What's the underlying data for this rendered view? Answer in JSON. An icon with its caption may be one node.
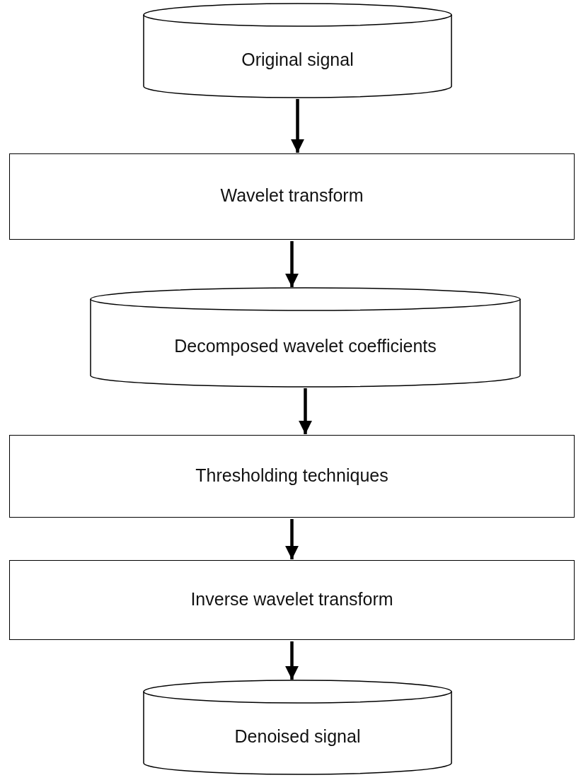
{
  "diagram": {
    "nodes": [
      {
        "text": [
          "Original signal"
        ]
      },
      {
        "text": [
          "Wavelet transform"
        ]
      },
      {
        "text": [
          "Decomposed wavelet coefficients"
        ]
      },
      {
        "text": [
          "Thresholding techniques"
        ]
      },
      {
        "text": [
          "Inverse wavelet transform"
        ]
      },
      {
        "text": [
          "Denoised signal"
        ]
      }
    ],
    "edges": [
      {
        "from": 0,
        "to": 1,
        "arrow": "to"
      },
      {
        "from": 1,
        "to": 2,
        "arrow": "to"
      },
      {
        "from": 2,
        "to": 3,
        "arrow": "to"
      },
      {
        "from": 3,
        "to": 4,
        "arrow": "to"
      },
      {
        "from": 4,
        "to": 5,
        "arrow": "to"
      }
    ]
  }
}
